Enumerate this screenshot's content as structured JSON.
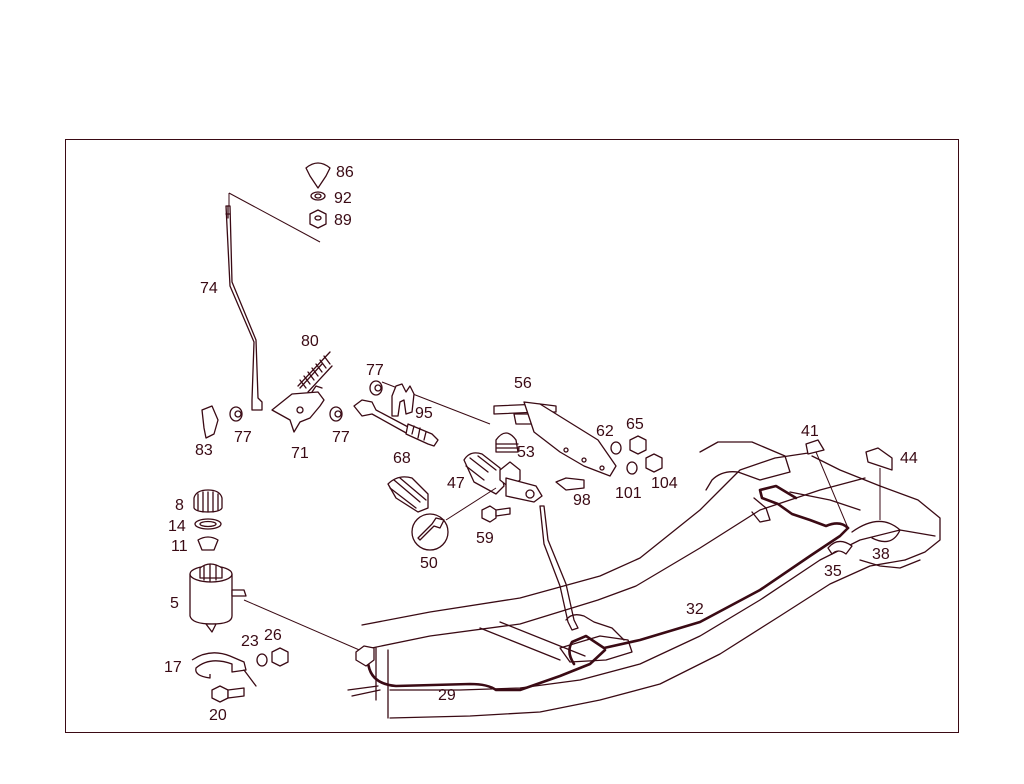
{
  "diagram": {
    "line_color": "#3a0a14",
    "background": "#ffffff",
    "callouts": {
      "c86": "86",
      "c92": "92",
      "c89": "89",
      "c74": "74",
      "c80": "80",
      "c77a": "77",
      "c77b": "77",
      "c77c": "77",
      "c95": "95",
      "c56": "56",
      "c83": "83",
      "c71": "71",
      "c68": "68",
      "c53": "53",
      "c62": "62",
      "c65": "65",
      "c41": "41",
      "c44": "44",
      "c47": "47",
      "c98": "98",
      "c101": "101",
      "c104": "104",
      "c8": "8",
      "c14": "14",
      "c11": "11",
      "c59": "59",
      "c50": "50",
      "c38": "38",
      "c35": "35",
      "c5": "5",
      "c32": "32",
      "c23": "23",
      "c26": "26",
      "c17": "17",
      "c29": "29",
      "c20": "20"
    }
  }
}
